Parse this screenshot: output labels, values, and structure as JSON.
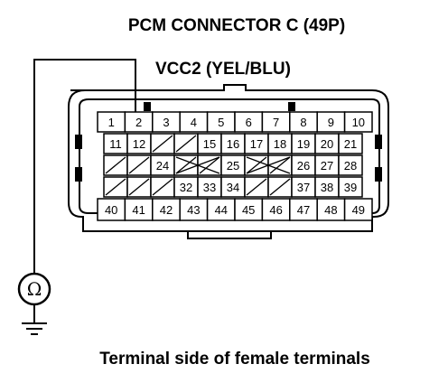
{
  "title": "PCM CONNECTOR C (49P)",
  "wire_label": "VCC2 (YEL/BLU)",
  "caption": "Terminal side of female terminals",
  "meter_symbol": "Ω",
  "meter_icon": "ohmmeter-icon",
  "ground_icon": "ground-icon",
  "probed_terminal": "2",
  "rows": [
    [
      "1",
      "2",
      "3",
      "4",
      "5",
      "6",
      "7",
      "8",
      "9",
      "10"
    ],
    [
      "11",
      "12",
      "",
      "",
      "15",
      "16",
      "17",
      "18",
      "19",
      "20",
      "21"
    ],
    [
      "",
      "",
      "24",
      "",
      "",
      "25",
      "",
      "",
      "26",
      "27",
      "28"
    ],
    [
      "",
      "",
      "",
      "32",
      "33",
      "34",
      "",
      "",
      "37",
      "38",
      "39"
    ],
    [
      "40",
      "41",
      "42",
      "43",
      "44",
      "45",
      "46",
      "47",
      "48",
      "49"
    ]
  ]
}
